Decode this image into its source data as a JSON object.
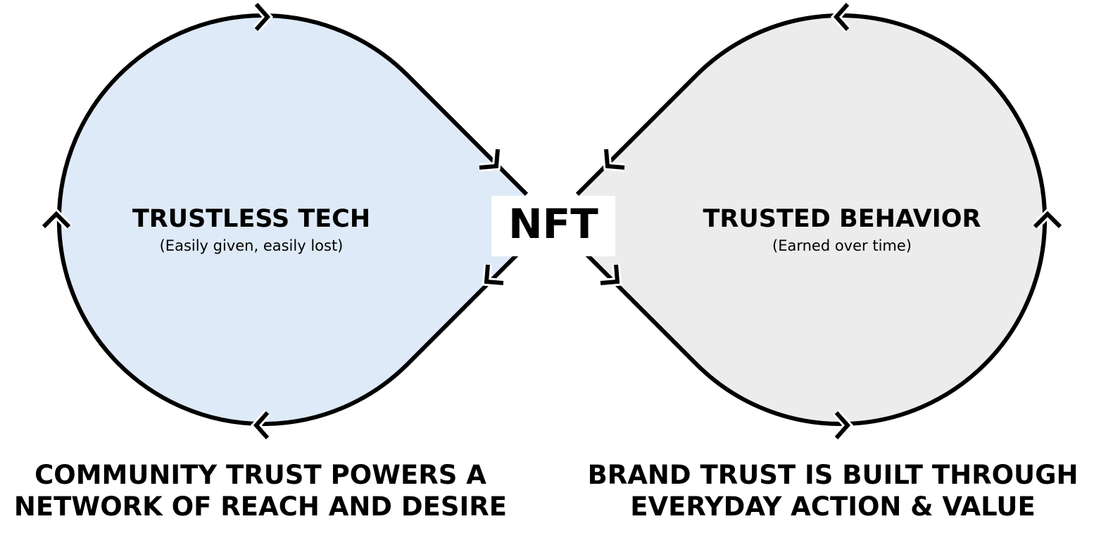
{
  "center": {
    "label": "NFT"
  },
  "left_loop": {
    "title": "TRUSTLESS TECH",
    "subtitle": "(Easily given, easily lost)",
    "fill": "#deeaf7"
  },
  "right_loop": {
    "title": "TRUSTED BEHAVIOR",
    "subtitle": "(Earned over time)",
    "fill": "#ececec"
  },
  "captions": {
    "left": [
      "COMMUNITY TRUST POWERS A",
      "NETWORK OF REACH AND DESIRE"
    ],
    "right": [
      "BRAND TRUST IS BUILT THROUGH",
      "EVERYDAY ACTION & VALUE"
    ]
  },
  "colors": {
    "stroke": "#000000",
    "background": "#ffffff"
  },
  "icons": {
    "direction_marker": "chevron-icon"
  }
}
